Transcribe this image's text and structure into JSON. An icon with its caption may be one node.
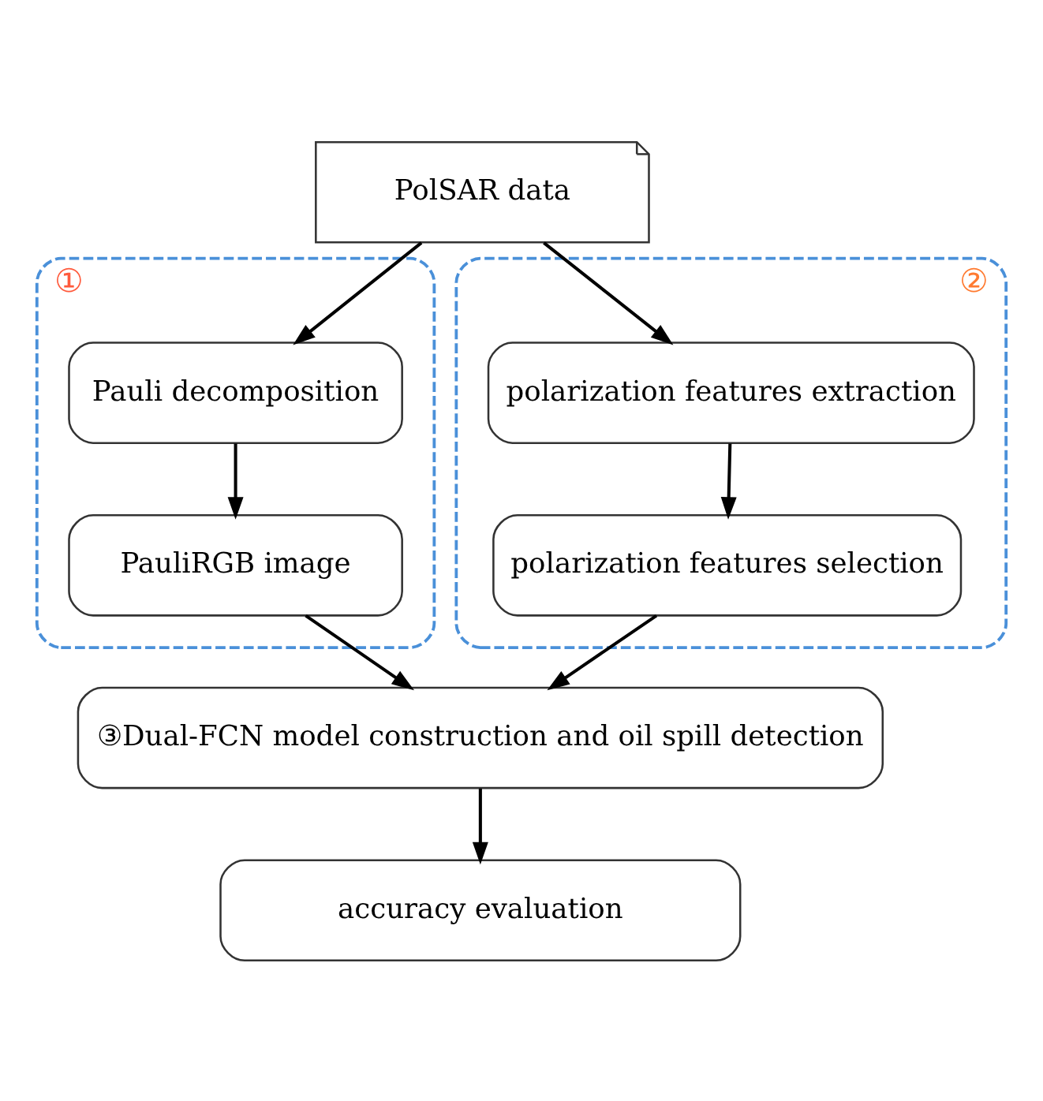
{
  "diagram": {
    "nodes": [
      {
        "text": [
          "PolSAR data"
        ]
      },
      {
        "text": [
          "①"
        ]
      },
      {
        "text": [
          "Pauli decomposition"
        ],
        "in": 1
      },
      {
        "text": [
          "PauliRGB image"
        ],
        "in": 1
      },
      {
        "text": [
          "②"
        ]
      },
      {
        "text": [
          "polarization features extraction"
        ],
        "in": 4
      },
      {
        "text": [
          "polarization features selection"
        ],
        "in": 4
      },
      {
        "text": [
          "③Dual-FCN model construction and oil spill detection"
        ]
      },
      {
        "text": [
          "accuracy evaluation"
        ]
      }
    ],
    "edges": [
      {
        "from": 0,
        "to": 2,
        "arrow": "to"
      },
      {
        "from": 0,
        "to": 5,
        "arrow": "to"
      },
      {
        "from": 2,
        "to": 3,
        "arrow": "to"
      },
      {
        "from": 5,
        "to": 6,
        "arrow": "to"
      },
      {
        "from": 3,
        "to": 7,
        "arrow": "to"
      },
      {
        "from": 6,
        "to": 7,
        "arrow": "to"
      },
      {
        "from": 7,
        "to": 8,
        "arrow": "to"
      }
    ]
  }
}
